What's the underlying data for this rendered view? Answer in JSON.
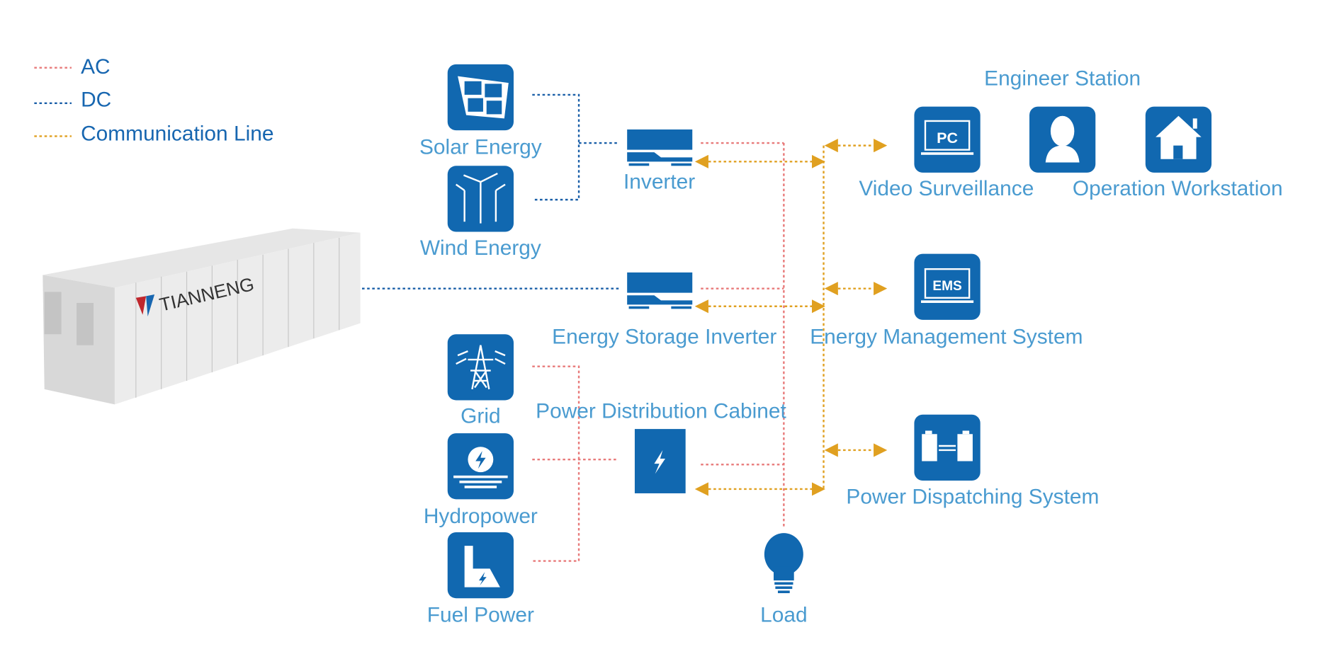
{
  "legend": {
    "ac": "AC",
    "dc": "DC",
    "comm": "Communication Line"
  },
  "sources": {
    "solar": "Solar Energy",
    "wind": "Wind Energy",
    "grid": "Grid",
    "hydro": "Hydropower",
    "fuel": "Fuel Power"
  },
  "devices": {
    "inverter": "Inverter",
    "storage_inverter": "Energy Storage Inverter",
    "cabinet": "Power Distribution Cabinet",
    "load": "Load"
  },
  "container": {
    "brand": "TIANNENG"
  },
  "systems": {
    "engineer_station": "Engineer Station",
    "video": "Video Surveillance",
    "workstation": "Operation Workstation",
    "ems": "Energy Management System",
    "dispatch": "Power Dispatching System",
    "pc_badge": "PC",
    "ems_badge": "EMS"
  },
  "colors": {
    "ac": "#e87a7a",
    "dc": "#1a5fa8",
    "comm": "#e0a020",
    "icon": "#1168b0",
    "label": "#4a9bd0"
  }
}
